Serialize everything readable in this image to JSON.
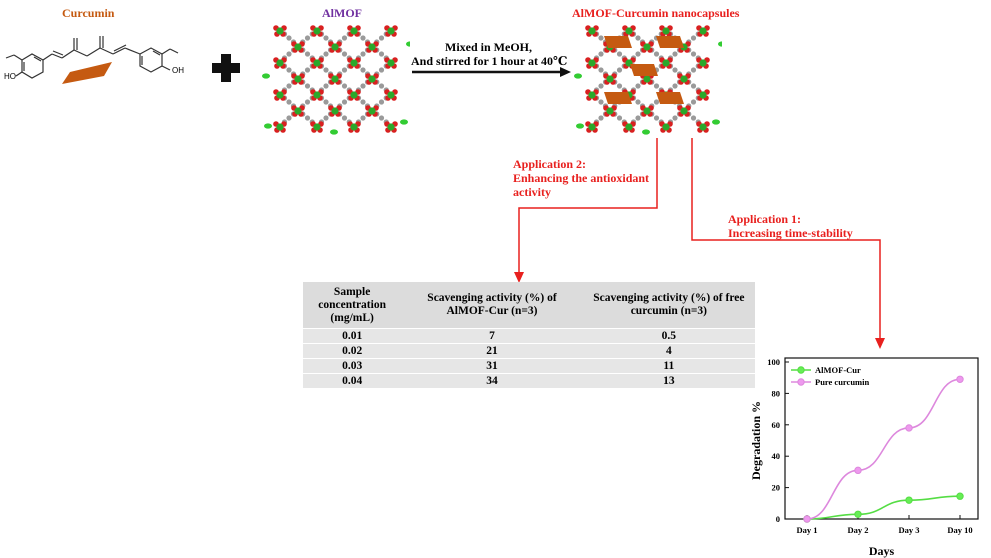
{
  "curcumin": {
    "label": "Curcumin"
  },
  "almof": {
    "label": "AlMOF"
  },
  "nanocapsules": {
    "label": "AlMOF-Curcumin nanocapsules"
  },
  "process": {
    "line1": "Mixed in MeOH,",
    "line2": "And stirred for 1 hour at 40℃"
  },
  "app2": {
    "line1": "Application 2:",
    "line2": "Enhancing the antioxidant",
    "line3": "activity"
  },
  "app1": {
    "line1": "Application 1:",
    "line2": "Increasing time-stability"
  },
  "molecule": {
    "ho_left": "HO",
    "oh_right": "OH"
  },
  "table": {
    "headers": [
      "Sample concentration (mg/mL)",
      "Scavenging activity (%) of AlMOF-Cur (n=3)",
      "Scavenging activity (%) of free curcumin (n=3)"
    ],
    "rows": [
      [
        "0.01",
        "7",
        "0.5"
      ],
      [
        "0.02",
        "21",
        "4"
      ],
      [
        "0.03",
        "31",
        "11"
      ],
      [
        "0.04",
        "34",
        "13"
      ]
    ]
  },
  "colors": {
    "orange": "#c55a11",
    "purple": "#7030a0",
    "red": "#e8201e",
    "green_series": "#66ee55",
    "pink_series": "#ee99ee"
  },
  "chart_data": {
    "type": "line",
    "categories": [
      "Day 1",
      "Day 2",
      "Day 3",
      "Day 10"
    ],
    "series": [
      {
        "name": "AlMOF-Cur",
        "values": [
          0,
          3,
          12,
          14.5
        ]
      },
      {
        "name": "Pure curcumin",
        "values": [
          0,
          31,
          58,
          89
        ]
      }
    ],
    "xlabel": "Days",
    "ylabel": "Degradation %",
    "ylim": [
      0,
      100
    ],
    "yticks": [
      "0",
      "20",
      "40",
      "60",
      "80",
      "100"
    ],
    "legend": "top-left",
    "grid": false
  }
}
